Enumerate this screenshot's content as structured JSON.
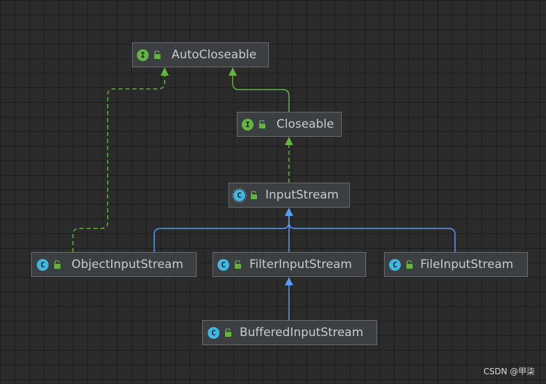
{
  "diagram": {
    "nodes": [
      {
        "id": "autocloseable",
        "label": "AutoCloseable",
        "kind": "interface",
        "kind_letter": "I"
      },
      {
        "id": "closeable",
        "label": "Closeable",
        "kind": "interface",
        "kind_letter": "I"
      },
      {
        "id": "inputstream",
        "label": "InputStream",
        "kind": "abstract-class",
        "kind_letter": "C"
      },
      {
        "id": "objectinputstream",
        "label": "ObjectInputStream",
        "kind": "class",
        "kind_letter": "C"
      },
      {
        "id": "filterinputstream",
        "label": "FilterInputStream",
        "kind": "class",
        "kind_letter": "C"
      },
      {
        "id": "fileinputstream",
        "label": "FileInputStream",
        "kind": "class",
        "kind_letter": "C"
      },
      {
        "id": "bufferedinputstream",
        "label": "BufferedInputStream",
        "kind": "class",
        "kind_letter": "C"
      }
    ],
    "edges": [
      {
        "from": "closeable",
        "to": "autocloseable",
        "relation": "extends-interface",
        "style": "solid",
        "color": "#62b543"
      },
      {
        "from": "inputstream",
        "to": "closeable",
        "relation": "implements",
        "style": "dashed",
        "color": "#62b543"
      },
      {
        "from": "objectinputstream",
        "to": "autocloseable",
        "relation": "implements",
        "style": "dashed",
        "color": "#62b543"
      },
      {
        "from": "objectinputstream",
        "to": "inputstream",
        "relation": "extends",
        "style": "solid",
        "color": "#589df6"
      },
      {
        "from": "filterinputstream",
        "to": "inputstream",
        "relation": "extends",
        "style": "solid",
        "color": "#589df6"
      },
      {
        "from": "fileinputstream",
        "to": "inputstream",
        "relation": "extends",
        "style": "solid",
        "color": "#589df6"
      },
      {
        "from": "bufferedinputstream",
        "to": "filterinputstream",
        "relation": "extends",
        "style": "solid",
        "color": "#589df6"
      }
    ],
    "colors": {
      "interface_icon": "#62b543",
      "class_icon": "#40b6e0",
      "implements_arrow": "#62b543",
      "extends_arrow": "#589df6",
      "node_fill": "#3c3f41",
      "node_border": "#6a6d70",
      "background": "#2b2b2b"
    },
    "icons": {
      "visibility": "unlocked-padlock-icon"
    }
  },
  "watermark": "CSDN @甲柒"
}
